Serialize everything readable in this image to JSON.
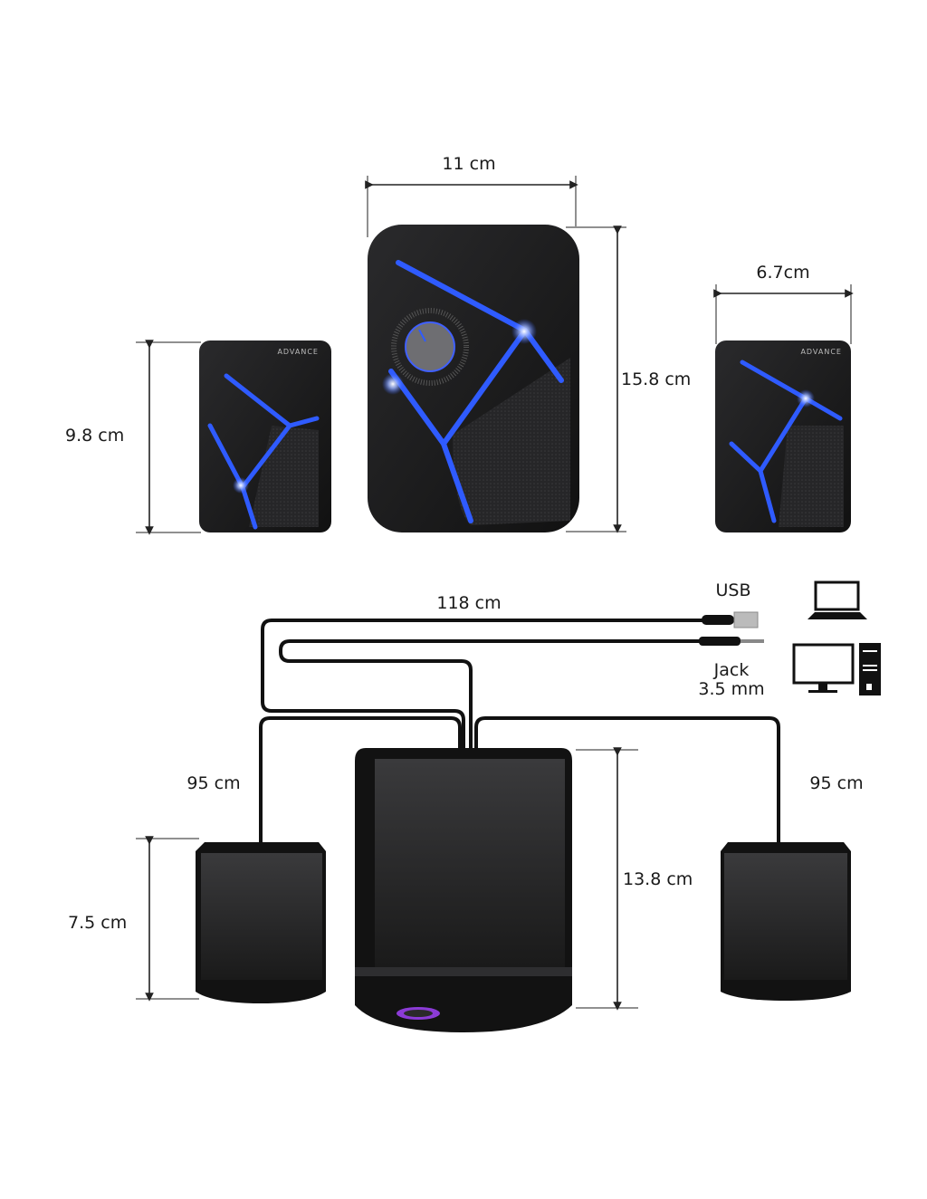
{
  "front_view": {
    "subwoofer_width": "11 cm",
    "subwoofer_height": "15.8 cm",
    "satellite_height": "9.8 cm",
    "satellite_width": "6.7cm",
    "brand": "ADVANCE"
  },
  "top_view": {
    "main_cable_length": "118 cm",
    "usb_label": "USB",
    "jack_label_line1": "Jack",
    "jack_label_line2": "3.5 mm",
    "left_cable_length": "95 cm",
    "right_cable_length": "95 cm",
    "satellite_depth": "7.5 cm",
    "subwoofer_depth": "13.8 cm"
  },
  "colors": {
    "led_blue": "#2f5bff",
    "body": "#1c1c1e",
    "grille": "#2a2a2c"
  }
}
